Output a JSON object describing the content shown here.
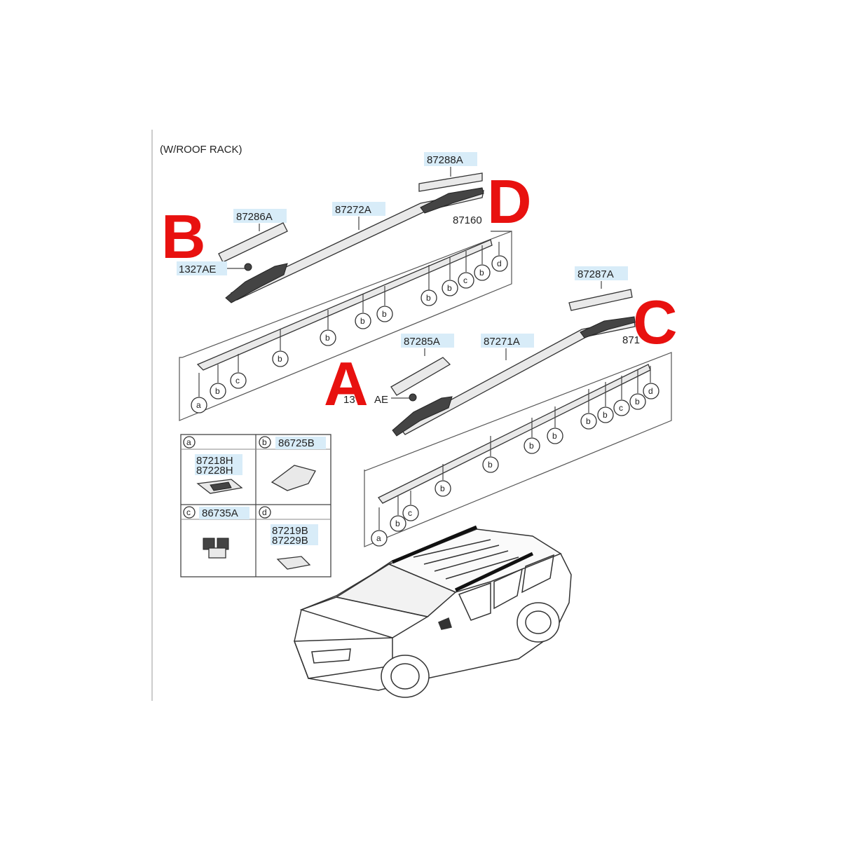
{
  "header": {
    "title": "(W/ROOF RACK)"
  },
  "callouts": {
    "a": "A",
    "b": "B",
    "c": "C",
    "d": "D"
  },
  "parts": {
    "p87288A": "87288A",
    "p87272A": "87272A",
    "p87286A": "87286A",
    "p87160": "87160",
    "p1327AE_top": "1327AE",
    "p87287A": "87287A",
    "p87285A": "87285A",
    "p87271A": "87271A",
    "p871xx": "871",
    "p1327AE_low": "13",
    "p1327AE_low_tail": "AE"
  },
  "legend": {
    "a": {
      "letter": "a",
      "line1": "87218H",
      "line2": "87228H"
    },
    "b": {
      "letter": "b",
      "line1": "86725B"
    },
    "c": {
      "letter": "c",
      "line1": "86735A"
    },
    "d": {
      "letter": "d",
      "line1": "87219B",
      "line2": "87229B"
    }
  },
  "markers": {
    "a": "a",
    "b": "b",
    "c": "c",
    "d": "d"
  },
  "colors": {
    "callout": "#e8110f",
    "label_bg": "#d8ecf8",
    "line": "#444444"
  }
}
